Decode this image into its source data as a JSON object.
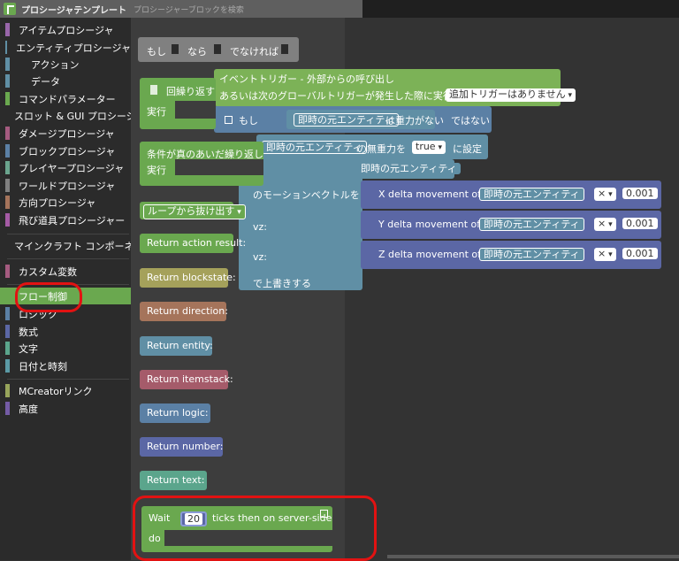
{
  "header": {
    "tab_title": "プロシージャテンプレート",
    "search_placeholder": "プロシージャーブロックを検索"
  },
  "categories": [
    {
      "label": "アイテムプロシージャ",
      "color": "#9966aa"
    },
    {
      "label": "エンティティプロシージャ",
      "color": "#608fa5"
    },
    {
      "label": "アクション",
      "color": "#608fa5"
    },
    {
      "label": "データ",
      "color": "#608fa5"
    },
    {
      "label": "コマンドパラメーター",
      "color": "#6aa84f"
    },
    {
      "label": "スロット & GUI プロシージャ",
      "color": "#6aa84f"
    },
    {
      "label": "ダメージプロシージャ",
      "color": "#a55b80"
    },
    {
      "label": "ブロックプロシージャ",
      "color": "#5b80a5"
    },
    {
      "label": "プレイヤープロシージャ",
      "color": "#6ba58e"
    },
    {
      "label": "ワールドプロシージャ",
      "color": "#808080"
    },
    {
      "label": "方向プロシージャ",
      "color": "#a5745b"
    },
    {
      "label": "飛び道具プロシージャー",
      "color": "#a55ba5"
    },
    {
      "label": "マインクラフト コンポーネント",
      "color": "#808080"
    },
    {
      "label": "カスタム変数",
      "color": "#a55b80"
    },
    {
      "label": "フロー制御",
      "color": "#6aa84f"
    },
    {
      "label": "ロジック",
      "color": "#5b80a5"
    },
    {
      "label": "数式",
      "color": "#5b67a5"
    },
    {
      "label": "文字",
      "color": "#5ba58c"
    },
    {
      "label": "日付と時刻",
      "color": "#5b9aa5"
    },
    {
      "label": "MCreatorリンク",
      "color": "#98a55b"
    },
    {
      "label": "高度",
      "color": "#745ba5"
    }
  ],
  "flyout": {
    "if_block": {
      "if": "もし",
      "then": "なら",
      "else": "でなければ"
    },
    "repeat_block": {
      "label": "回繰り返す",
      "do": "実行"
    },
    "while_block": {
      "label": "条件が真のあいだ繰り返し",
      "do": "実行"
    },
    "break_block": {
      "label": "ループから抜け出す"
    },
    "returns": [
      {
        "label": "Return action result:",
        "color": "#6aa84f"
      },
      {
        "label": "Return blockstate:",
        "color": "#a5a15b"
      },
      {
        "label": "Return direction:",
        "color": "#a5745b"
      },
      {
        "label": "Return entity:",
        "color": "#608fa5"
      },
      {
        "label": "Return itemstack:",
        "color": "#a55b6a"
      },
      {
        "label": "Return logic:",
        "color": "#5b80a5"
      },
      {
        "label": "Return number:",
        "color": "#5b67a5"
      },
      {
        "label": "Return text:",
        "color": "#5ba58c"
      }
    ],
    "wait_block": {
      "wait": "Wait",
      "ticks": "20",
      "suffix": "ticks then on server-side",
      "do": "do"
    }
  },
  "workspace": {
    "event": {
      "line1": "イベントトリガー - 外部からの呼び出し",
      "line2": "あるいは次のグローバルトリガーが発生した際に実行される:",
      "trigger": "追加トリガーはありません"
    },
    "if_row": {
      "if": "もし",
      "entity": "即時の元エンティティ",
      "no_gravity": "は重力がない",
      "not": "ではない"
    },
    "set_row": {
      "entity": "即時の元エンティティ",
      "label": "の無重力を",
      "value": "true",
      "set": "に設定"
    },
    "entity_row": {
      "entity": "即時の元エンティティ"
    },
    "motion_text": "のモーションベクトルを",
    "vz1": "vz:",
    "vz2": "vz:",
    "overwrite": "で上書きする",
    "math": [
      {
        "label": "X delta movement of",
        "entity": "即時の元エンティティ",
        "op": "×",
        "num": "0.001"
      },
      {
        "label": "Y delta movement of",
        "entity": "即時の元エンティティ",
        "op": "×",
        "num": "0.001"
      },
      {
        "label": "Z delta movement of",
        "entity": "即時の元エンティティ",
        "op": "×",
        "num": "0.001"
      }
    ]
  }
}
